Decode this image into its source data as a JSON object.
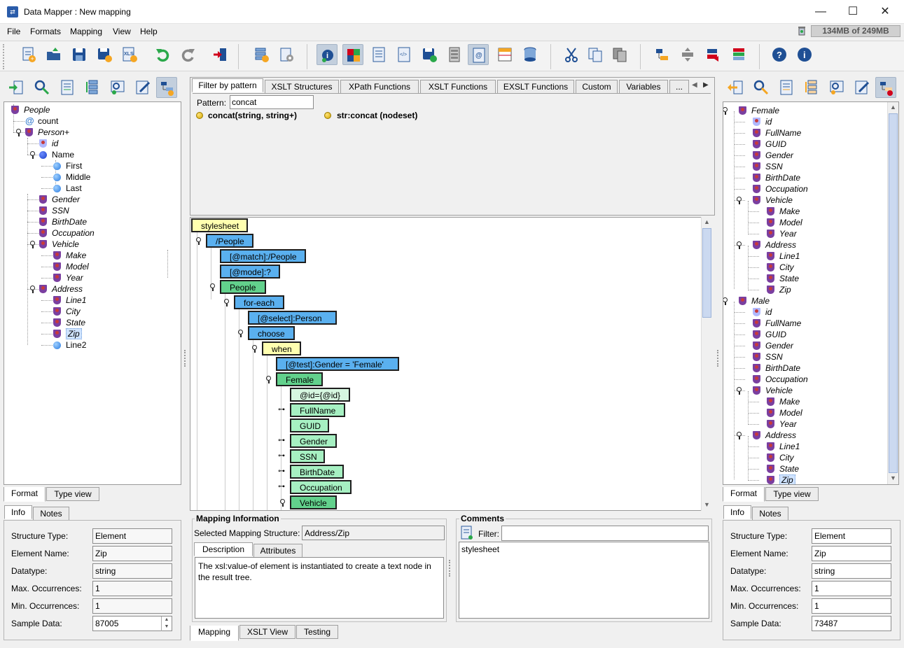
{
  "window": {
    "title": "Data Mapper : New mapping",
    "app_icon": "data-mapper-icon"
  },
  "menu": [
    "File",
    "Formats",
    "Mapping",
    "View",
    "Help"
  ],
  "memory": "134MB of 249MB",
  "left_tree": [
    {
      "label": "People",
      "icon": "shield",
      "italic": true
    },
    {
      "label": "count",
      "icon": "at"
    },
    {
      "label": "Person+",
      "icon": "shield",
      "italic": true
    },
    {
      "label": "id",
      "icon": "shield-check",
      "italic": true
    },
    {
      "label": "Name",
      "icon": "dot-navy"
    },
    {
      "label": "First",
      "icon": "dot-blue"
    },
    {
      "label": "Middle",
      "icon": "dot-blue"
    },
    {
      "label": "Last",
      "icon": "dot-blue"
    },
    {
      "label": "Gender",
      "icon": "shield",
      "italic": true
    },
    {
      "label": "SSN",
      "icon": "shield",
      "italic": true
    },
    {
      "label": "BirthDate",
      "icon": "shield",
      "italic": true
    },
    {
      "label": "Occupation",
      "icon": "shield",
      "italic": true
    },
    {
      "label": "Vehicle",
      "icon": "shield",
      "italic": true
    },
    {
      "label": "Make",
      "icon": "shield",
      "italic": true
    },
    {
      "label": "Model",
      "icon": "shield",
      "italic": true
    },
    {
      "label": "Year",
      "icon": "shield",
      "italic": true
    },
    {
      "label": "Address",
      "icon": "shield",
      "italic": true
    },
    {
      "label": "Line1",
      "icon": "shield",
      "italic": true
    },
    {
      "label": "City",
      "icon": "shield",
      "italic": true
    },
    {
      "label": "State",
      "icon": "shield",
      "italic": true
    },
    {
      "label": "Zip",
      "icon": "shield",
      "italic": true
    },
    {
      "label": "Line2",
      "icon": "dot-blue"
    }
  ],
  "left_tabs": [
    "Format",
    "Type view"
  ],
  "info_tabs": [
    "Info",
    "Notes"
  ],
  "left_info": {
    "labels": [
      "Structure Type:",
      "Element Name:",
      "Datatype:",
      "Max. Occurrences:",
      "Min. Occurrences:",
      "Sample Data:"
    ],
    "values": [
      "Element",
      "Zip",
      "string",
      "1",
      "1",
      "87005"
    ]
  },
  "function_tabs": [
    "Filter by pattern",
    "XSLT Structures",
    "XPath Functions",
    "XSLT Functions",
    "EXSLT Functions",
    "Custom",
    "Variables",
    "..."
  ],
  "pattern": {
    "label": "Pattern:",
    "value": "concat"
  },
  "functions": [
    "concat(string, string+)",
    "str:concat (nodeset)"
  ],
  "xslt_nodes": [
    "stylesheet",
    "/People",
    "[@match]:/People",
    "[@mode]:?",
    "People",
    "for-each",
    "[@select]:Person",
    "choose",
    "when",
    "[@test]:Gender = 'Female'",
    "Female",
    "@id={@id}",
    "FullName",
    "GUID",
    "Gender",
    "SSN",
    "BirthDate",
    "Occupation",
    "Vehicle"
  ],
  "mapping_info": {
    "title": "Mapping Information",
    "selected_label": "Selected Mapping Structure:",
    "selected_value": "Address/Zip",
    "tabs": [
      "Description",
      "Attributes"
    ],
    "description": "The xsl:value-of element is instantiated to create a text node in the result tree."
  },
  "comments": {
    "title": "Comments",
    "filter_label": "Filter:",
    "items": [
      "stylesheet"
    ]
  },
  "bottom_tabs": [
    "Mapping",
    "XSLT View",
    "Testing"
  ],
  "right_tree": [
    {
      "label": "Female",
      "icon": "shield"
    },
    {
      "label": "id",
      "icon": "shield-check"
    },
    {
      "label": "FullName",
      "icon": "shield"
    },
    {
      "label": "GUID",
      "icon": "shield"
    },
    {
      "label": "Gender",
      "icon": "shield"
    },
    {
      "label": "SSN",
      "icon": "shield"
    },
    {
      "label": "BirthDate",
      "icon": "shield"
    },
    {
      "label": "Occupation",
      "icon": "shield"
    },
    {
      "label": "Vehicle",
      "icon": "shield"
    },
    {
      "label": "Make",
      "icon": "shield"
    },
    {
      "label": "Model",
      "icon": "shield"
    },
    {
      "label": "Year",
      "icon": "shield"
    },
    {
      "label": "Address",
      "icon": "shield"
    },
    {
      "label": "Line1",
      "icon": "shield"
    },
    {
      "label": "City",
      "icon": "shield"
    },
    {
      "label": "State",
      "icon": "shield"
    },
    {
      "label": "Zip",
      "icon": "shield"
    },
    {
      "label": "Male",
      "icon": "shield"
    },
    {
      "label": "id",
      "icon": "shield-check"
    },
    {
      "label": "FullName",
      "icon": "shield"
    },
    {
      "label": "GUID",
      "icon": "shield"
    },
    {
      "label": "Gender",
      "icon": "shield"
    },
    {
      "label": "SSN",
      "icon": "shield"
    },
    {
      "label": "BirthDate",
      "icon": "shield"
    },
    {
      "label": "Occupation",
      "icon": "shield"
    },
    {
      "label": "Vehicle",
      "icon": "shield"
    },
    {
      "label": "Make",
      "icon": "shield"
    },
    {
      "label": "Model",
      "icon": "shield"
    },
    {
      "label": "Year",
      "icon": "shield"
    },
    {
      "label": "Address",
      "icon": "shield"
    },
    {
      "label": "Line1",
      "icon": "shield"
    },
    {
      "label": "City",
      "icon": "shield"
    },
    {
      "label": "State",
      "icon": "shield"
    },
    {
      "label": "Zip",
      "icon": "shield"
    }
  ],
  "right_tabs": [
    "Format",
    "Type view"
  ],
  "right_info": {
    "labels": [
      "Structure Type:",
      "Element Name:",
      "Datatype:",
      "Max. Occurrences:",
      "Min. Occurrences:",
      "Sample Data:"
    ],
    "values": [
      "Element",
      "Zip",
      "string",
      "1",
      "1",
      "73487"
    ]
  },
  "colors": {
    "node_yellow": "#ffffb0",
    "node_blue": "#5ab0ef",
    "node_green": "#62d18c",
    "node_lightgreen": "#a6f0c2",
    "selection": "#cfe3ff"
  }
}
